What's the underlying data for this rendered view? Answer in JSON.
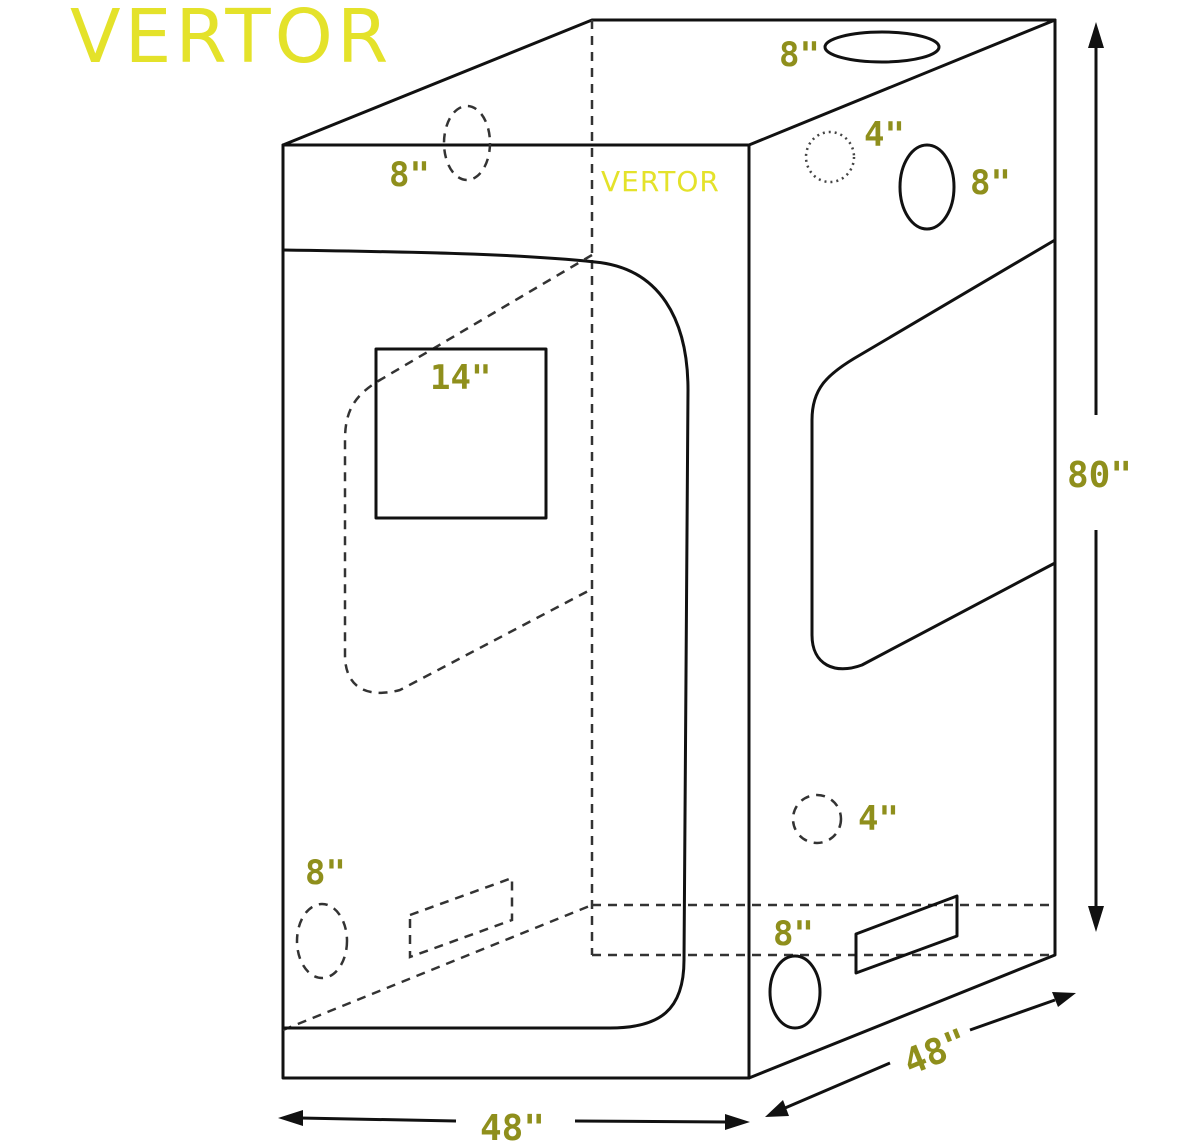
{
  "brand": {
    "logo_text": "VERTOR",
    "panel_text": "VERTOR",
    "logo_color": "#e4e22a"
  },
  "dimensions": {
    "height": "80\"",
    "width": "48\"",
    "depth": "48\""
  },
  "port_labels": {
    "top_vent": "8\"",
    "back_vent_upper": "8\"",
    "side_vent_small_upper": "4\"",
    "side_vent_large_upper": "8\"",
    "window": "14\"",
    "side_vent_small_lower": "4\"",
    "front_vent_lower": "8\"",
    "side_vent_large_lower": "8\""
  },
  "colors": {
    "label": "#8f8f1c",
    "outline": "#111111"
  }
}
